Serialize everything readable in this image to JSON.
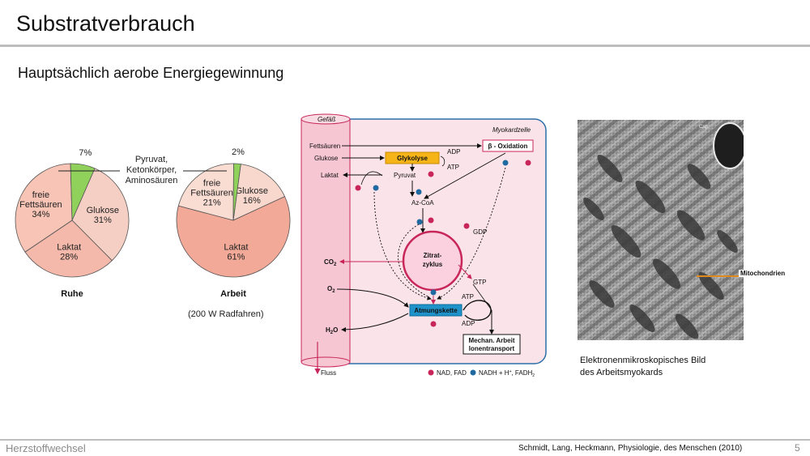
{
  "slide": {
    "title": "Substratverbrauch",
    "subtitle": "Hauptsächlich aerobe Energiegewinnung",
    "footer_left": "Herzstoffwechsel",
    "footer_source": "Schmidt, Lang, Heckmann, Physiologie, des Menschen (2010)",
    "page_number": "5"
  },
  "pies": {
    "center_label_lines": [
      "Pyruvat,",
      "Ketonkörper,",
      "Aminosäuren"
    ],
    "note": "(200 W Radfahren)",
    "rest": {
      "label": "Ruhe",
      "slices": [
        {
          "name_lines": [
            "Glukose"
          ],
          "value": 31,
          "text": "31%",
          "color": "#f6cfc4"
        },
        {
          "name_lines": [
            "Laktat"
          ],
          "value": 28,
          "text": "28%",
          "color": "#f4b9aa"
        },
        {
          "name_lines": [
            "freie",
            "Fettsäuren"
          ],
          "value": 34,
          "text": "34%",
          "color": "#f7c4b6"
        },
        {
          "name_lines": [],
          "value": 7,
          "text": "7%",
          "color": "#8fd15a"
        }
      ]
    },
    "work": {
      "label": "Arbeit",
      "slices": [
        {
          "name_lines": [
            "Glukose"
          ],
          "value": 16,
          "text": "16%",
          "color": "#f8d8cd"
        },
        {
          "name_lines": [
            "Laktat"
          ],
          "value": 61,
          "text": "61%",
          "color": "#f3a998"
        },
        {
          "name_lines": [
            "freie",
            "Fettsäuren"
          ],
          "value": 21,
          "text": "21%",
          "color": "#f9dcd2"
        },
        {
          "name_lines": [],
          "value": 2,
          "text": "2%",
          "color": "#8fd15a"
        }
      ]
    }
  },
  "diagram": {
    "vessel_label": "Gefäß",
    "cell_label": "Myokardzelle",
    "fettsaeuren": "Fettsäuren",
    "glukose": "Glukose",
    "laktat": "Laktat",
    "glykolyse": "Glykolyse",
    "beta_oxidation": "β - Oxidation",
    "pyruvat": "Pyruvat",
    "azcoa": "Az-CoA",
    "zitrat_line1": "Zitrat-",
    "zitrat_line2": "zyklus",
    "co2": "CO",
    "co2_sub": "2",
    "o2": "O",
    "o2_sub": "2",
    "h2o": "H",
    "h2o_sub": "2",
    "h2o_tail": "O",
    "atmungskette": "Atmungskette",
    "adp": "ADP",
    "atp": "ATP",
    "gdp": "GDP",
    "gtp": "GTP",
    "mechan_line1": "Mechan. Arbeit",
    "mechan_line2": "Ionentransport",
    "fluss": "Fluss",
    "legend_nad": "NAD, FAD",
    "legend_nadh": "NADH + H",
    "legend_nadh_sup": "+",
    "legend_fadh": ", FADH",
    "legend_fadh_sub": "2",
    "colors": {
      "cell_fill": "#fbe3ea",
      "vessel_fill": "#f6c6d2",
      "accent": "#c8265a",
      "glykolyse": "#f5b417",
      "atmung": "#1f93c9",
      "nadh_dot": "#1f6aa0"
    }
  },
  "micrograph": {
    "cap_label": "Cap",
    "mito_label": "Mitochondrien",
    "caption_line1": "Elektronenmikroskopisches Bild",
    "caption_line2": "des Arbeitsmyokards"
  }
}
